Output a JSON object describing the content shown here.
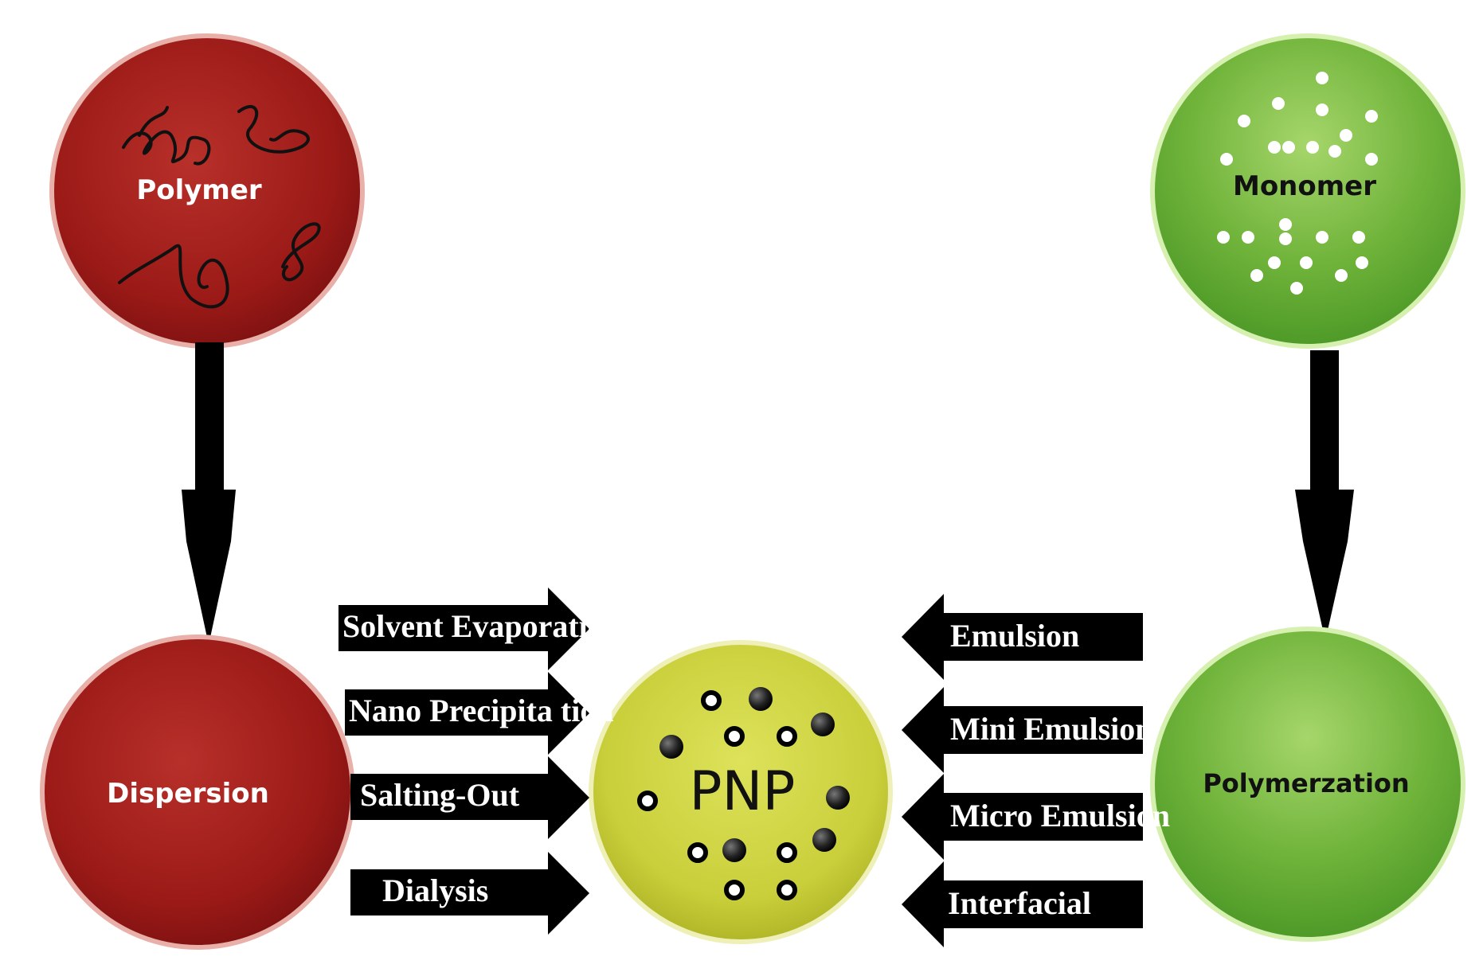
{
  "nodes": {
    "polymer": "Polymer",
    "monomer": "Monomer",
    "dispersion": "Dispersion",
    "polymerization": "Polymerzation",
    "pnp": "PNP"
  },
  "dispersion_methods": [
    "Solvent Evaporation",
    "Nano Precipita tion",
    "Salting-Out",
    "Dialysis"
  ],
  "polymerization_methods": [
    "Emulsion",
    "Mini Emulsion",
    "Micro Emulsion",
    "Interfacial"
  ],
  "colors": {
    "red_circle": "#9b1a17",
    "green_circle": "#6fb33a",
    "pnp_circle": "#c9cf3a",
    "arrow": "#000000"
  }
}
